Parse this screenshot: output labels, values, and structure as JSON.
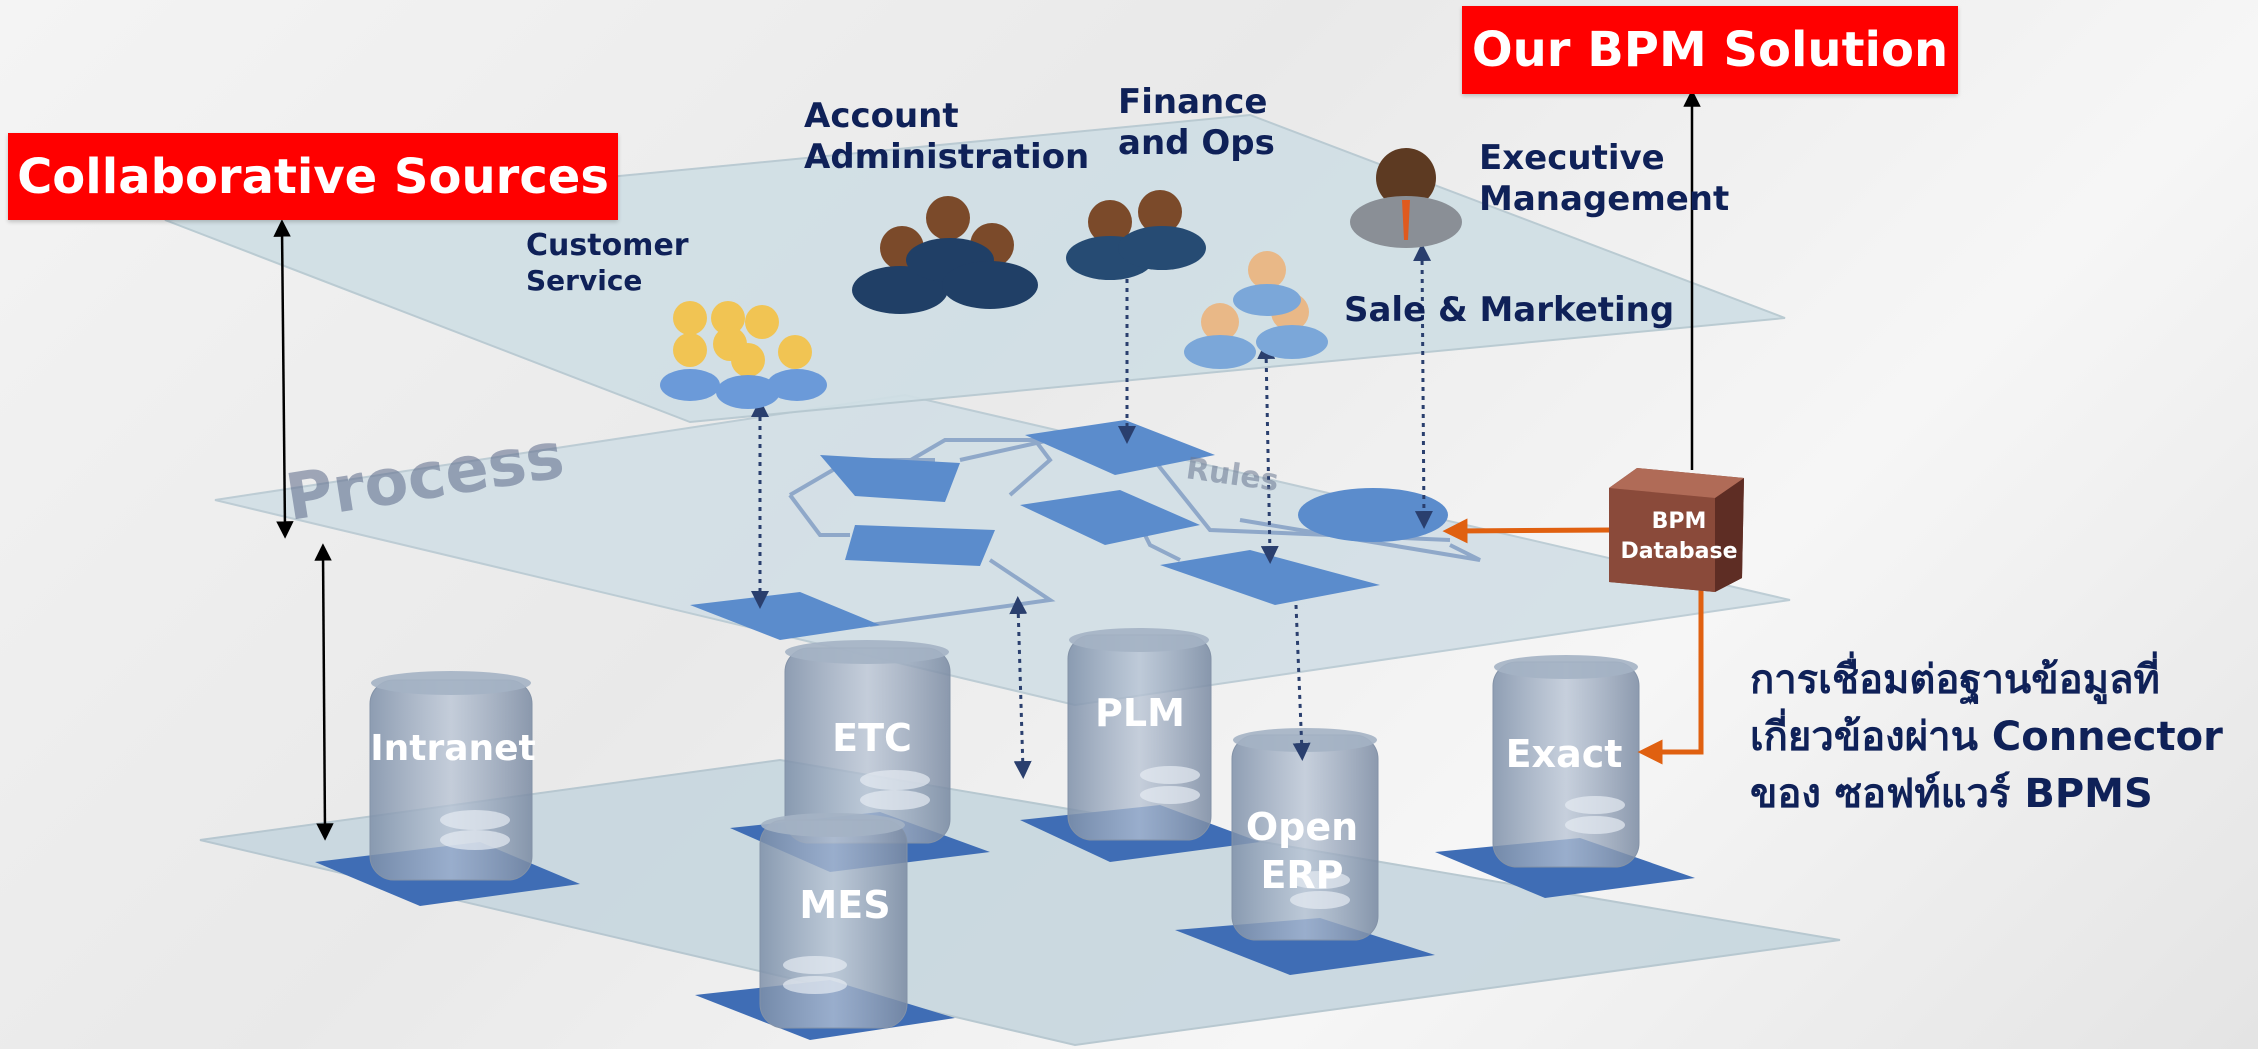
{
  "titles": {
    "solution": "Our BPM Solution",
    "sources": "Collaborative Sources"
  },
  "roles": {
    "customer_service": [
      "Customer",
      "Service"
    ],
    "account_admin": [
      "Account",
      "Administration"
    ],
    "finance_ops": [
      "Finance",
      "and Ops"
    ],
    "executive": [
      "Executive",
      "Management"
    ],
    "sales": "Sale & Marketing"
  },
  "process_layer": {
    "process_label": "Process",
    "rules_label": "Rules"
  },
  "database": [
    "BPM",
    "Database"
  ],
  "systems": {
    "intranet": "Intranet",
    "etc": "ETC",
    "plm": "PLM",
    "exact": "Exact",
    "mes": "MES",
    "openerp": [
      "Open",
      "ERP"
    ]
  },
  "connector_note": [
    "การเชื่อมต่อฐานข้อมูลที่",
    "เกี่ยวข้องผ่าน Connector",
    "ของ ซอฟท์แวร์ BPMS"
  ],
  "colors": {
    "red": "#ff0000",
    "navy": "#0f2158",
    "shape_blue": "#5b8ccc",
    "orange": "#e06010",
    "database": "#8a4a3a"
  }
}
